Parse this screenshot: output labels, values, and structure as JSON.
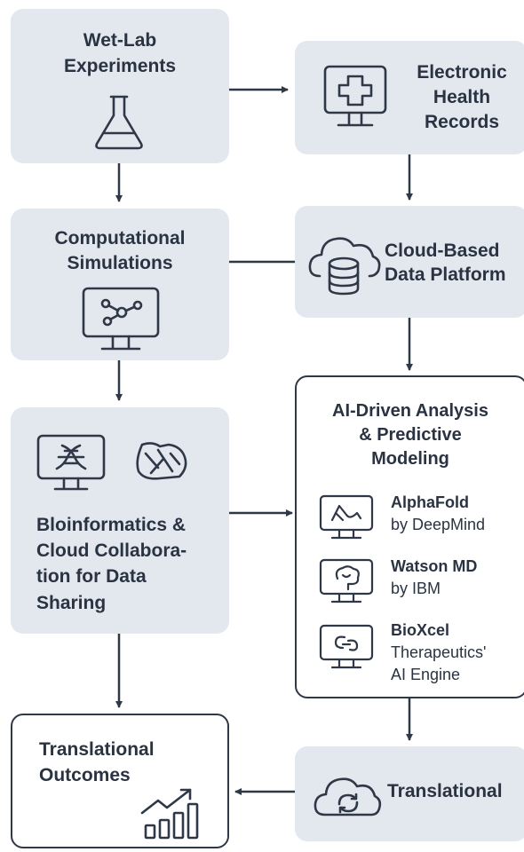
{
  "nodes": {
    "wet_lab": {
      "line1": "Wet-Lab",
      "line2": "Experiments",
      "icon": "flask-icon"
    },
    "ehr": {
      "line1": "Electronic",
      "line2": "Health",
      "line3": "Records",
      "icon": "medical-monitor-icon"
    },
    "computational": {
      "line1": "Computational",
      "line2": "Simulations",
      "icon": "network-monitor-icon"
    },
    "cloud_platform": {
      "line1": "Cloud-Based",
      "line2": "Data Platform",
      "icon": "cloud-database-icon"
    },
    "bioinformatics": {
      "line1": "Bloinformatics &",
      "line2": "Cloud Collabora-",
      "line3": "tion for Data",
      "line4": "Sharing",
      "icon_left": "dna-monitor-icon",
      "icon_right": "molecule-icon"
    },
    "ai_analysis": {
      "line1": "AI-Driven Analysis",
      "line2": "& Predictive",
      "line3": "Modeling",
      "items": [
        {
          "name": "AlphaFold",
          "sub1": "by DeepMind",
          "sub2": "",
          "icon": "protein-monitor-icon"
        },
        {
          "name": "Watson MD",
          "sub1": "by IBM",
          "sub2": "",
          "icon": "brain-monitor-icon"
        },
        {
          "name": "BioXcel",
          "sub1": "Therapeutics'",
          "sub2": "AI Engine",
          "icon": "chain-monitor-icon"
        }
      ]
    },
    "translational_outcomes": {
      "line1": "Translational",
      "line2": "Outcomes",
      "icon": "growth-chart-icon"
    },
    "translational": {
      "line1": "Translational",
      "icon": "cloud-sync-icon"
    }
  },
  "colors": {
    "box_fill": "#e3e7ee",
    "stroke": "#2f3847",
    "text": "#2a3342"
  }
}
